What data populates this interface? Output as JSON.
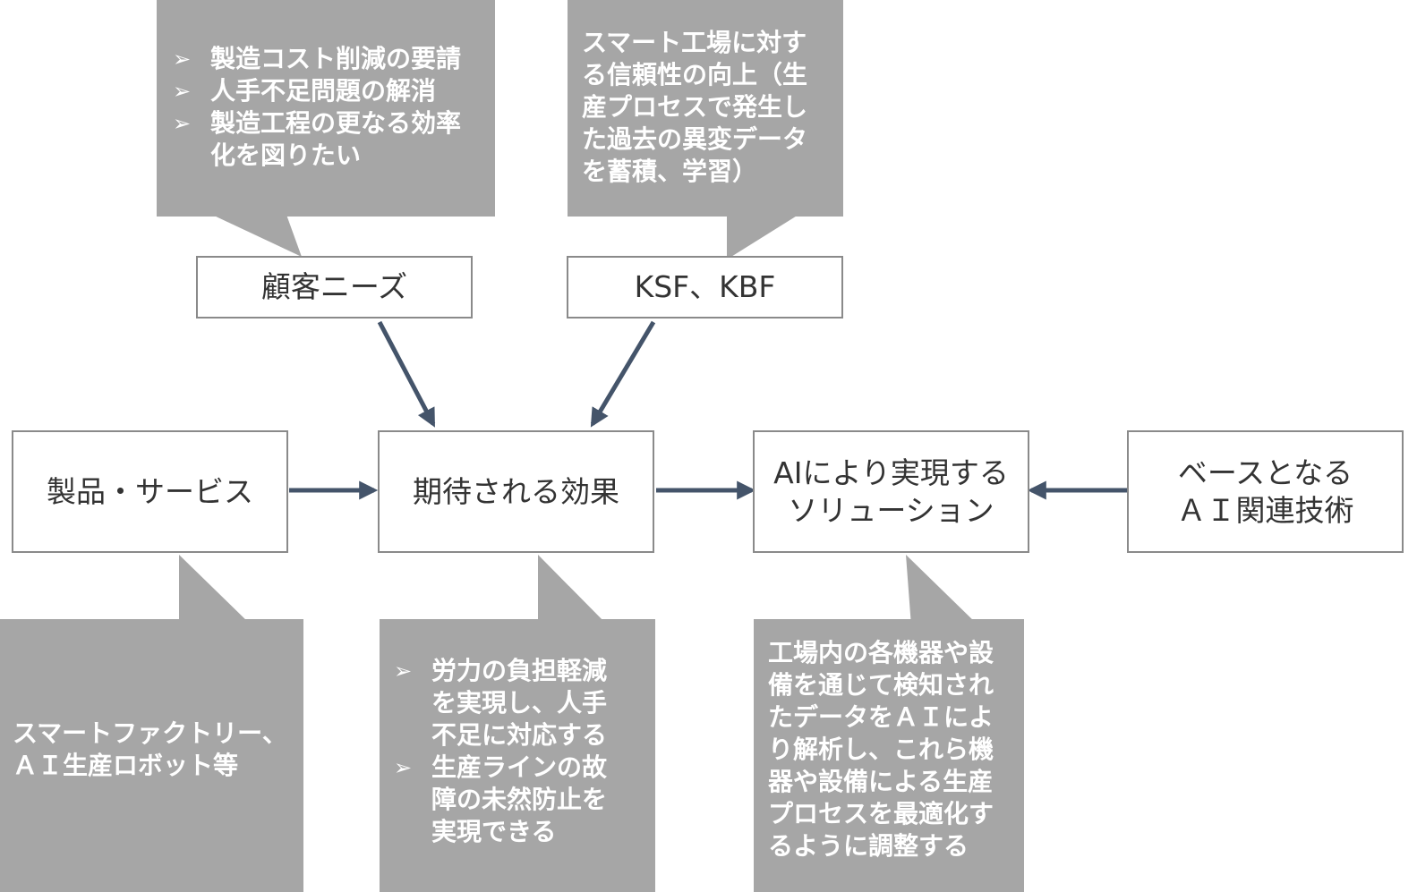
{
  "boxes": {
    "customer_needs": "顧客ニーズ",
    "ksf_kbf": "KSF、KBF",
    "product_service": "製品・サービス",
    "expected_effect": "期待される効果",
    "ai_solution": "AIにより実現する\nソリューション",
    "base_ai_tech": "ベースとなる\nＡＩ関連技術"
  },
  "callouts": {
    "customer_needs": {
      "bullet_icon": "arrowhead-bullet",
      "items": [
        "製造コスト削減の要請",
        "人手不足問題の解消",
        "製造工程の更なる効率\n化を図りたい"
      ]
    },
    "ksf_kbf": {
      "text": "スマート工場に対す\nる信頼性の向上（生\n産プロセスで発生し\nた過去の異変データ\nを蓄積、学習）"
    },
    "product_service": {
      "text": "スマートファクトリー、\nＡＩ生産ロボット等"
    },
    "expected_effect": {
      "bullet_icon": "arrowhead-bullet",
      "items": [
        "労力の負担軽減\nを実現し、人手\n不足に対応する",
        "生産ラインの故\n障の未然防止を\n実現できる"
      ]
    },
    "ai_solution": {
      "text": "工場内の各機器や設\n備を通じて検知され\nたデータをＡＩによ\nり解析し、これら機\n器や設備による生産\nプロセスを最適化す\nるように調整する"
    }
  },
  "colors": {
    "callout_fill": "#a6a6a6",
    "box_border": "#8a8a8a",
    "arrow": "#44546a"
  }
}
